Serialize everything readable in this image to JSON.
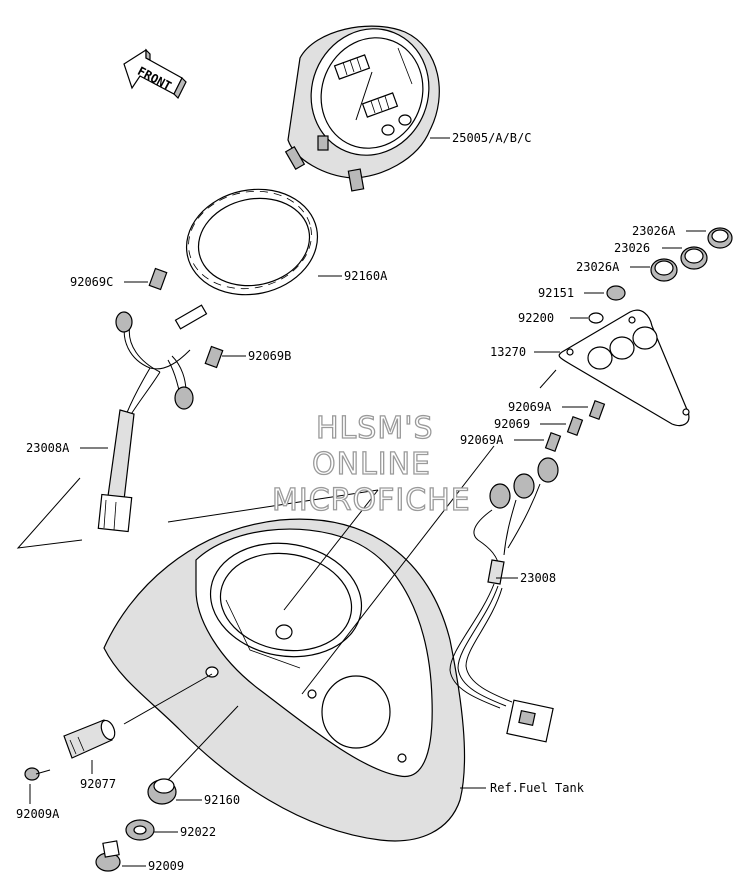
{
  "front_arrow": {
    "label": "FRONT"
  },
  "watermark": {
    "line1": "HLSM'S",
    "line2": "ONLINE",
    "line3": "MICROFICHE"
  },
  "parts": {
    "meter": "25005/A/B/C",
    "ring": "92160A",
    "socket_c": "92069C",
    "socket_b": "92069B",
    "harness_left": "23008A",
    "lens_a_top": "23026A",
    "lens": "23026",
    "lens_a_bottom": "23026A",
    "screw_92151": "92151",
    "washer_92200": "92200",
    "bracket": "13270",
    "socket_a_top": "92069A",
    "socket_92069": "92069",
    "socket_a_bottom": "92069A",
    "harness_right": "23008",
    "fuel_tank_ref": "Ref.Fuel Tank",
    "knob": "92077",
    "screw_92009a": "92009A",
    "grommet_92160": "92160",
    "washer_92022": "92022",
    "bolt_92009": "92009"
  }
}
